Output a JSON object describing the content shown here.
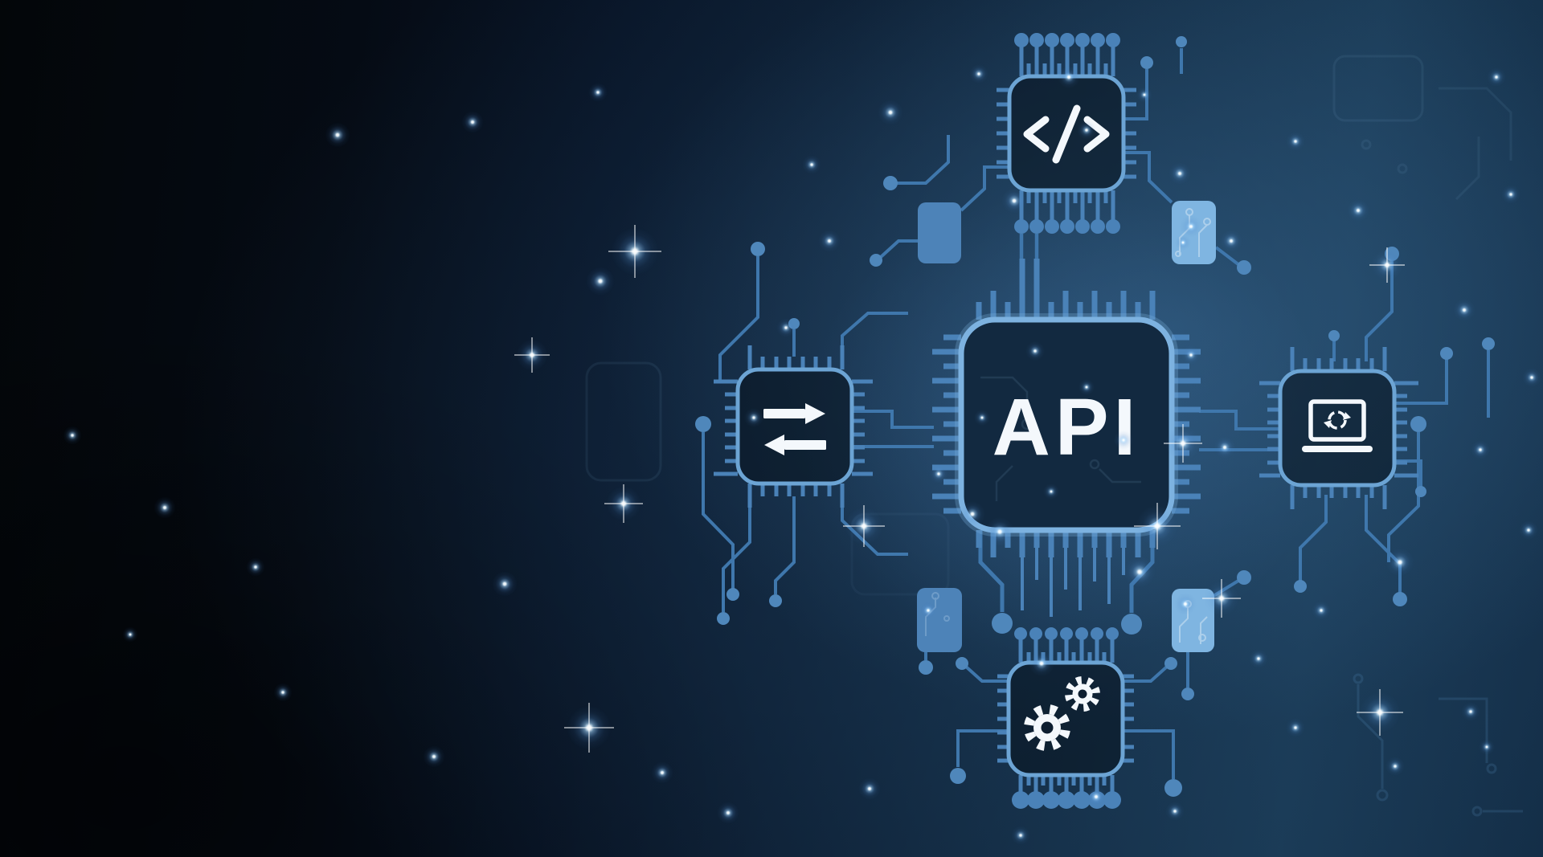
{
  "page": {
    "title": "API circuit board concept"
  },
  "center_chip": {
    "label": "API"
  },
  "satellite_chips": [
    {
      "id": "code",
      "position": "top",
      "icon": "code-slash-icon"
    },
    {
      "id": "exchange",
      "position": "left",
      "icon": "transfer-arrows-icon"
    },
    {
      "id": "sync",
      "position": "right",
      "icon": "laptop-sync-icon"
    },
    {
      "id": "process",
      "position": "bottom",
      "icon": "gears-icon"
    }
  ],
  "colors": {
    "background_dark": "#04070c",
    "background_glow": "#2b4d68",
    "trace": "#3f77ac",
    "pin": "#4a82b8",
    "junction": "#4f87bb",
    "chip_border": "#6ca4d4",
    "api_border": "#7db2e0",
    "api_fill": "#122940",
    "module_solid": "#4d83b8",
    "module_light": "#7fb5e1",
    "icon": "#f4f8fc"
  }
}
